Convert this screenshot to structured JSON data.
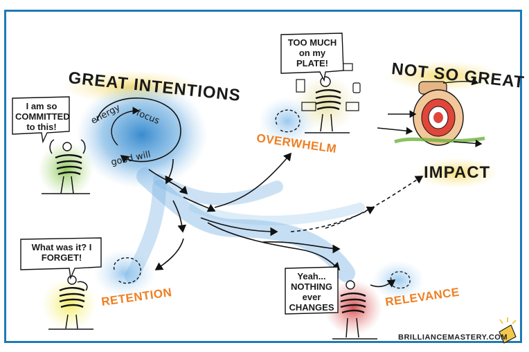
{
  "title_main": "GREAT INTENTIONS",
  "title_outcome_top": "NOT SO GREAT",
  "title_outcome_bottom": "IMPACT",
  "swirl_words": [
    "energy",
    "focus",
    "good will"
  ],
  "stages": {
    "overwhelm": "OVERWHELM",
    "retention": "RETENTION",
    "relevance": "RELEVANCE"
  },
  "speech": {
    "committed": "I am so COMMITTED to this!",
    "plate": "TOO MUCH on my PLATE!",
    "forget": "What was it? I FORGET!",
    "changes": "Yeah... NOTHING ever CHANGES"
  },
  "brand": "BRILLIANCEMASTERY.COM",
  "colors": {
    "frame": "#1f79b6",
    "swirl": "#3f8fd0",
    "accent_orange": "#ef7f22",
    "highlight_yellow": "#f7dc6f",
    "figure_green": "#8cc65a",
    "figure_yellow": "#f3ee63",
    "figure_red": "#d94a4a",
    "figure_olive": "#e5dfa0",
    "target_red": "#e0463a"
  }
}
